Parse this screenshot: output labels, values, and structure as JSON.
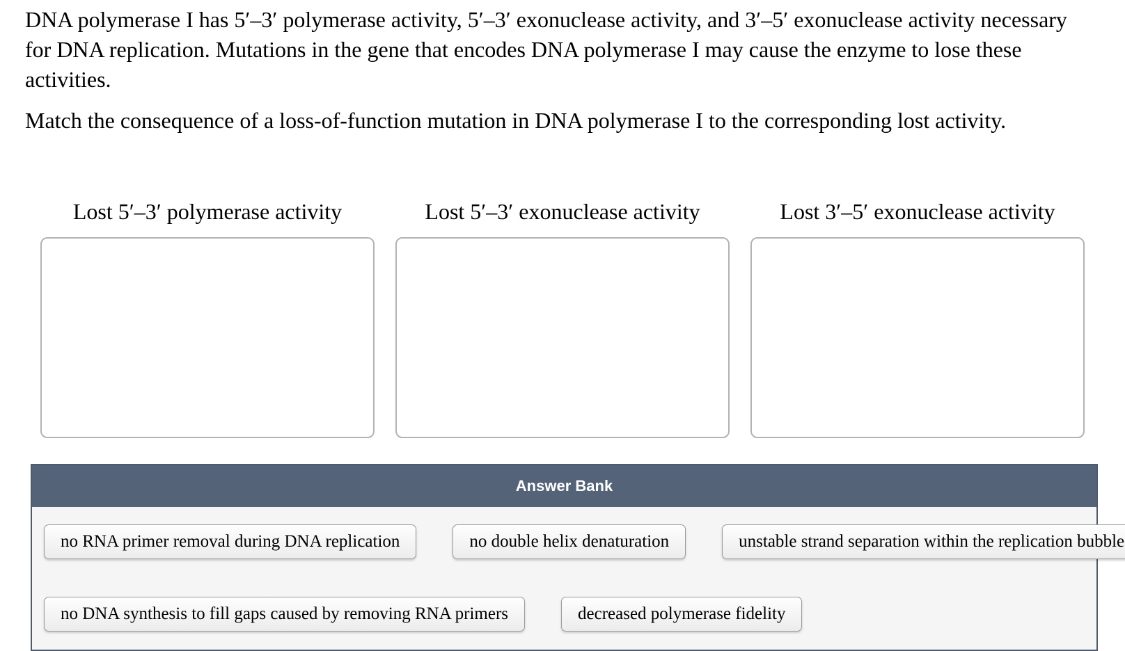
{
  "intro": {
    "paragraph1": "DNA polymerase I has 5′–3′ polymerase activity, 5′–3′ exonuclease activity, and 3′–5′ exonuclease activity necessary for DNA replication. Mutations in the gene that encodes DNA polymerase I may cause the enzyme to lose these activities.",
    "paragraph2": "Match the consequence of a loss-of-function mutation in DNA polymerase I to the corresponding lost activity."
  },
  "targets": [
    {
      "label": "Lost 5′–3′ polymerase activity"
    },
    {
      "label": "Lost 5′–3′ exonuclease activity"
    },
    {
      "label": "Lost 3′–5′ exonuclease activity"
    }
  ],
  "answer_bank": {
    "title": "Answer Bank",
    "items": [
      "no RNA primer removal during DNA replication",
      "no double helix denaturation",
      "unstable strand separation within the replication bubble",
      "no DNA synthesis to fill gaps caused by removing RNA primers",
      "decreased polymerase fidelity"
    ]
  },
  "colors": {
    "answer_bank_header_bg": "#556379",
    "answer_bank_border": "#4d5b72",
    "answer_bank_body_bg": "#f5f5f6",
    "drop_zone_border": "#b3b3b3",
    "item_border": "#9b9b9b"
  }
}
